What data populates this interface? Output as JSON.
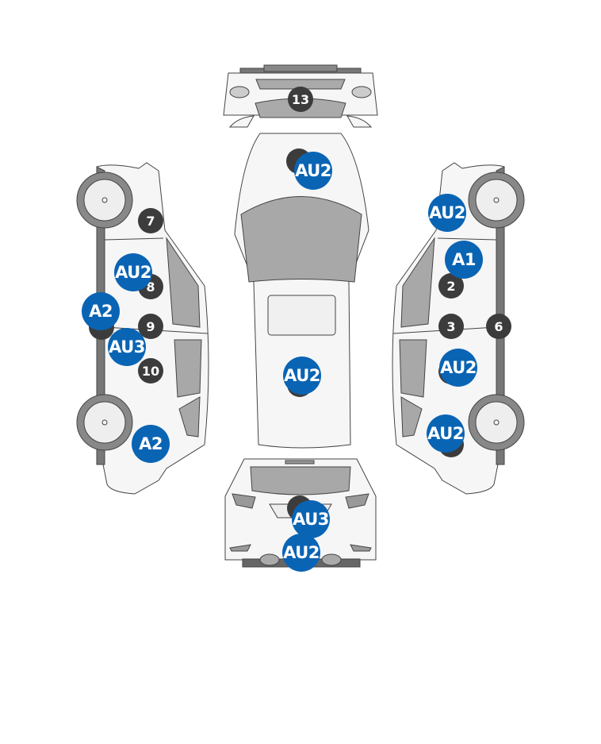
{
  "diagram": {
    "colors": {
      "damage_marker": "#0a64b4",
      "area_marker": "#3c3c3c"
    },
    "area_markers": [
      "13",
      "7",
      "8",
      "9",
      "10",
      "2",
      "3",
      "6"
    ],
    "damage_markers": [
      "AU2",
      "AU2",
      "A2",
      "AU3",
      "A2",
      "AU2",
      "A1",
      "AU2",
      "AU2",
      "AU2",
      "AU3",
      "AU2"
    ]
  }
}
